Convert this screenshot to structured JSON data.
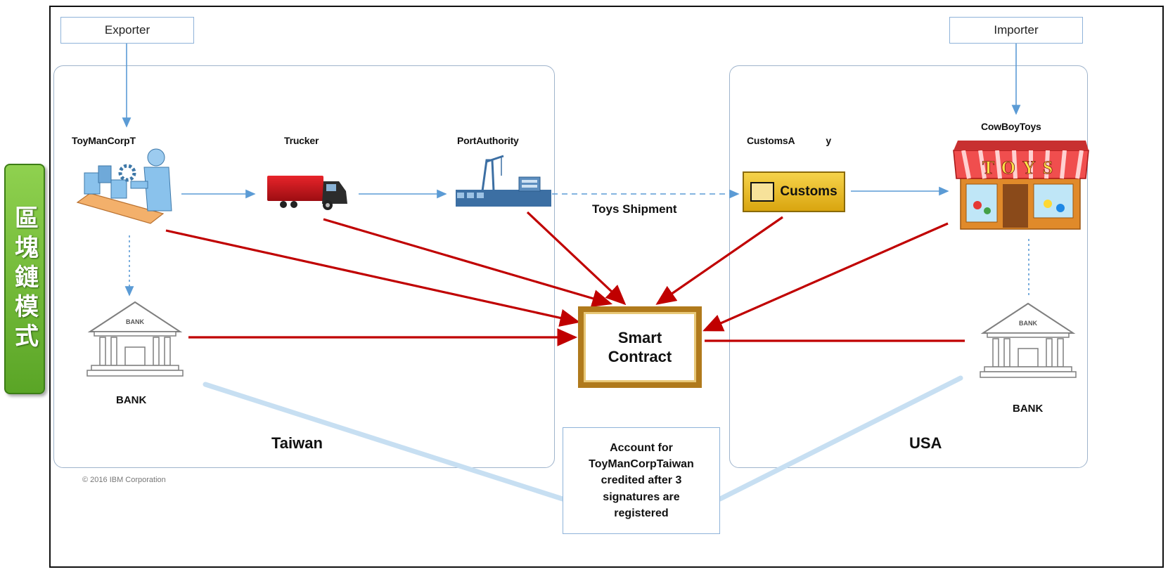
{
  "side_tag": "區塊鏈模式",
  "exporter": "Exporter",
  "importer": "Importer",
  "nodes": {
    "toymancorp": "ToyManCorpT",
    "trucker": "Trucker",
    "port_authority": "PortAuthority",
    "customs_authority": "CustomsA",
    "customs_authority_tail": "y",
    "cowboytoys": "CowBoyToys"
  },
  "customs_badge": "Customs",
  "shipment": "Toys Shipment",
  "smart_contract": "Smart\nContract",
  "bank_sign": "BANK",
  "bank_left": "BANK",
  "bank_right": "BANK",
  "toys_sign": "TOYS",
  "region_left": "Taiwan",
  "region_right": "USA",
  "account_note": "Account for\nToyManCorpTaiwan\ncredited after 3\nsignatures are\nregistered",
  "copyright": "© 2016 IBM Corporation",
  "colors": {
    "red_line": "#c00000",
    "blue_line": "#5b9bd5",
    "side_tag": "#6cbf33"
  }
}
